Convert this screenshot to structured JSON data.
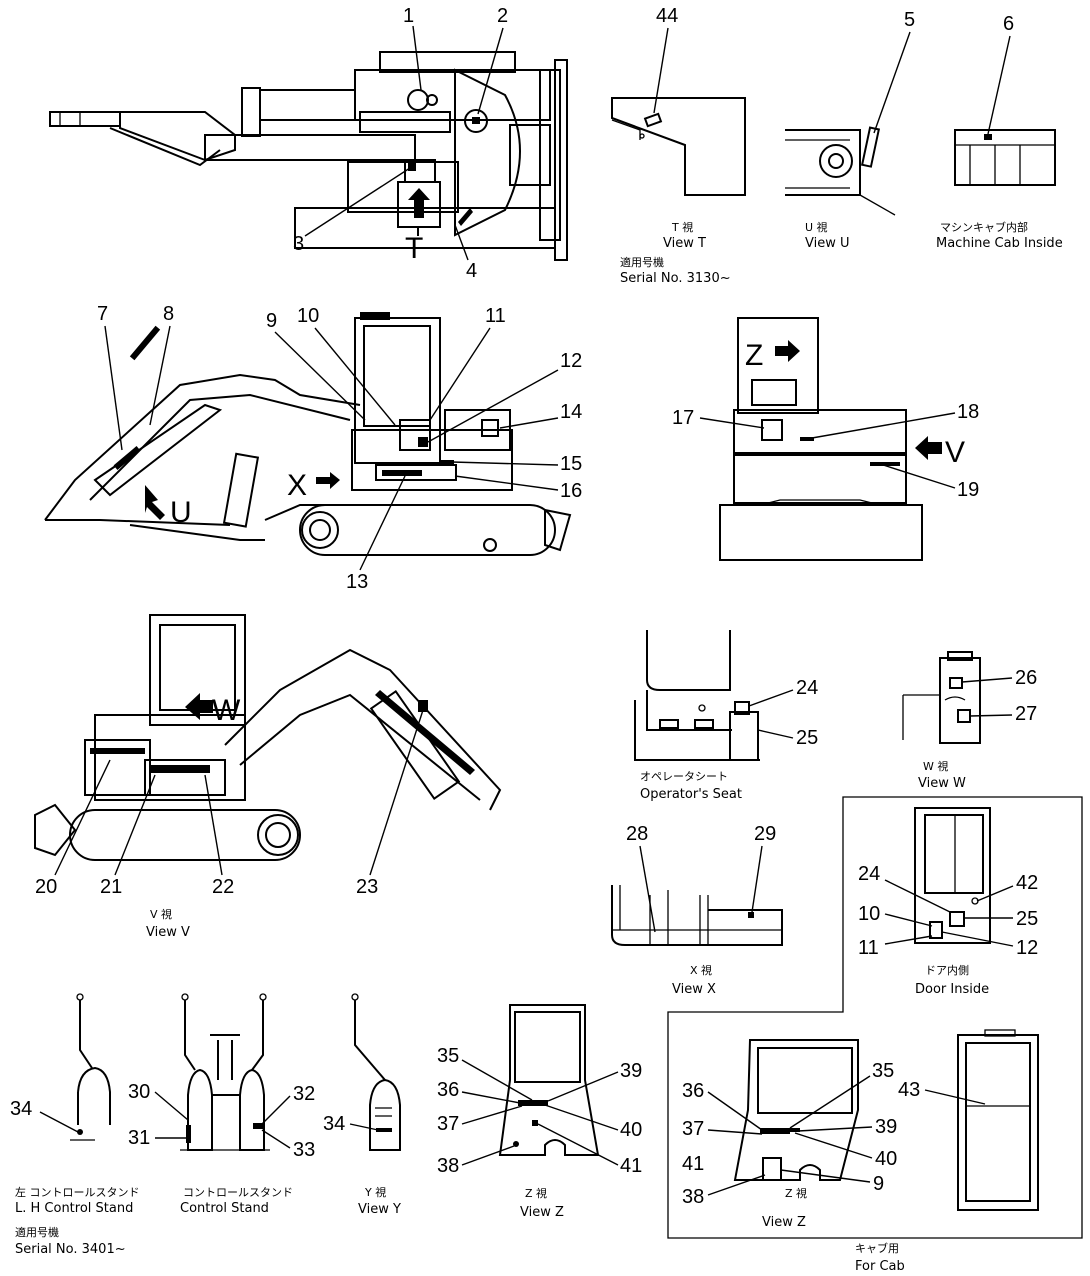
{
  "callouts": {
    "n1": "1",
    "n2": "2",
    "n3": "3",
    "n4": "4",
    "n5": "5",
    "n6": "6",
    "n7": "7",
    "n8": "8",
    "n9": "9",
    "n10": "10",
    "n11": "11",
    "n12": "12",
    "n13": "13",
    "n14": "14",
    "n15": "15",
    "n16": "16",
    "n17": "17",
    "n18": "18",
    "n19": "19",
    "n20": "20",
    "n21": "21",
    "n22": "22",
    "n23": "23",
    "n24": "24",
    "n25": "25",
    "n26": "26",
    "n27": "27",
    "n28": "28",
    "n29": "29",
    "n30": "30",
    "n31": "31",
    "n32": "32",
    "n33": "33",
    "n34": "34",
    "n35": "35",
    "n36": "36",
    "n37": "37",
    "n38": "38",
    "n39": "39",
    "n40": "40",
    "n41": "41",
    "n42": "42",
    "n43": "43",
    "n44": "44"
  },
  "view_letters": {
    "t": "T",
    "u": "U",
    "v": "V",
    "w": "W",
    "x": "X",
    "z": "Z"
  },
  "captions": {
    "view_t_jp": "T 視",
    "view_t": "View T",
    "serial_t_jp": "適用号機",
    "serial_t": "Serial No. 3130~",
    "view_u_jp": "U 視",
    "view_u": "View U",
    "machine_cab_jp": "マシンキャブ内部",
    "machine_cab": "Machine Cab Inside",
    "operator_seat_jp": "オペレータシート",
    "operator_seat": "Operator's Seat",
    "view_w_jp": "W 視",
    "view_w": "View W",
    "view_v_jp": "V 視",
    "view_v": "View V",
    "view_x_jp": "X 視",
    "view_x": "View X",
    "door_inside_jp": "ドア内側",
    "door_inside": "Door Inside",
    "lh_stand_jp": "左 コントロールスタンド",
    "lh_stand": "L. H Control Stand",
    "stand_jp": "コントロールスタンド",
    "stand": "Control Stand",
    "serial_stand_jp": "適用号機",
    "serial_stand": "Serial No. 3401~",
    "view_y_jp": "Y 視",
    "view_y": "View Y",
    "view_z_jp": "Z 視",
    "view_z": "View Z",
    "view_z2_jp": "Z 視",
    "view_z2": "View Z",
    "for_cab_jp": "キャブ用",
    "for_cab": "For Cab"
  }
}
